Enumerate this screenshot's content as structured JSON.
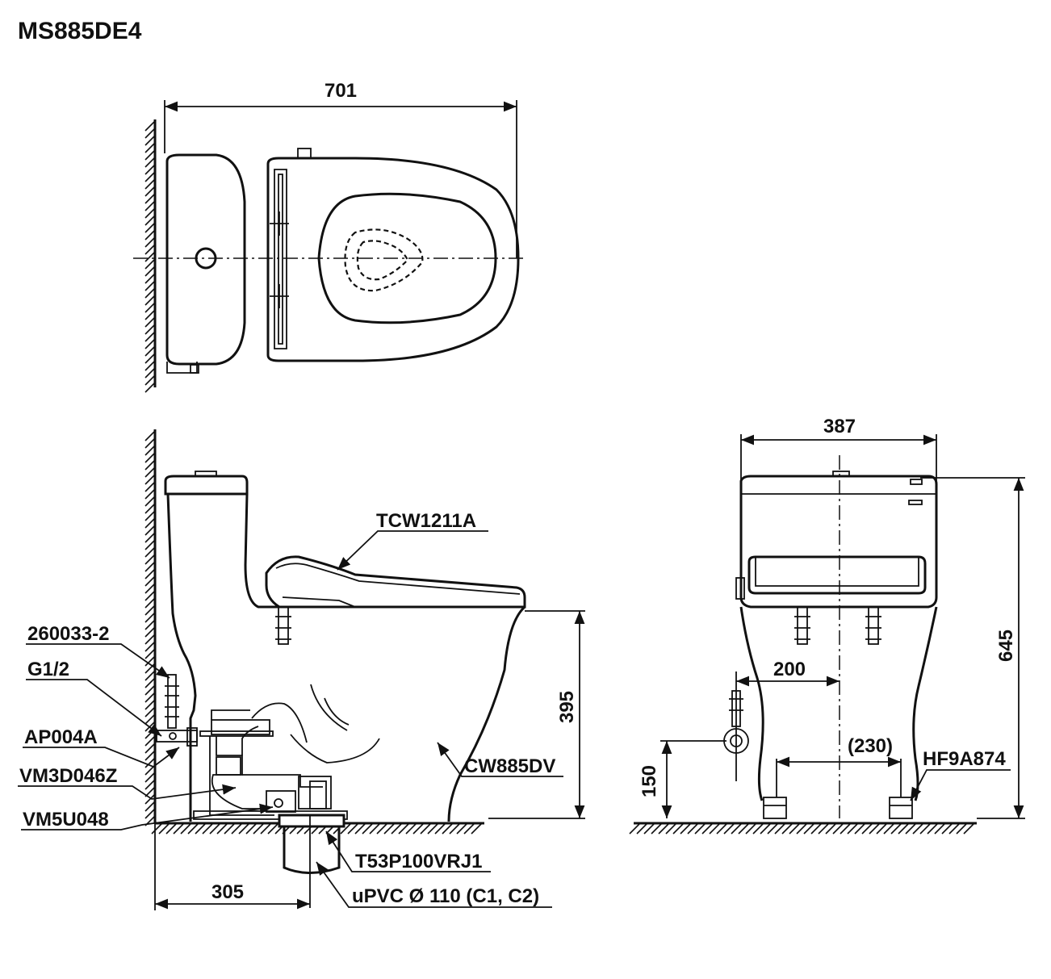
{
  "title": "MS885DE4",
  "dimensions": {
    "top_length": "701",
    "front_width": "387",
    "total_height": "645",
    "seat_height": "395",
    "rough_in": "305",
    "inlet_offset": "200",
    "bolt_spacing": "(230)",
    "inlet_height": "150"
  },
  "parts": {
    "seat": "TCW1211A",
    "supply_hose": "260033-2",
    "inlet_thread": "G1/2",
    "angle_valve": "AP004A",
    "fill_valve": "VM3D046Z",
    "flush_valve": "VM5U048",
    "bowl": "CW885DV",
    "flange": "T53P100VRJ1",
    "drain_pipe": "uPVC Ø 110 (C1, C2)",
    "bolt_cap": "HF9A874"
  }
}
